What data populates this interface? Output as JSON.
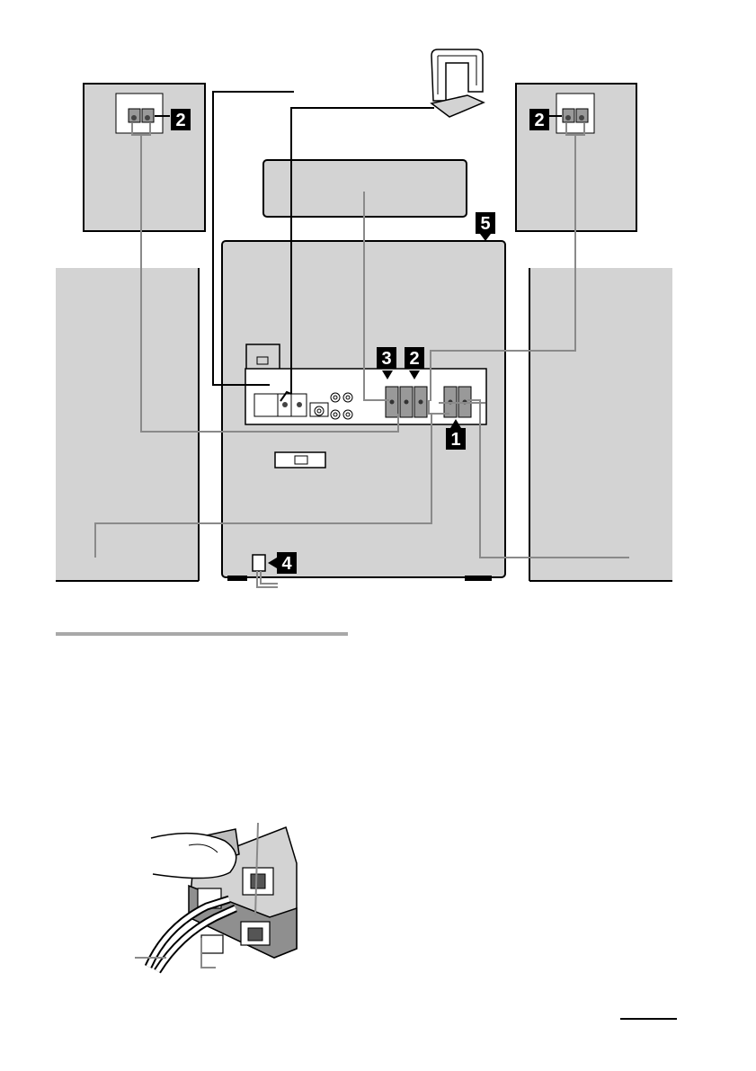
{
  "badges": {
    "left_sat_speaker": "2",
    "right_sat_speaker": "2",
    "main_unit_top": "5",
    "terminal_center": "3",
    "terminal_front": "2",
    "terminal_main": "1",
    "power": "4"
  },
  "colors": {
    "panel": "#d3d3d3",
    "line": "#000000",
    "badge": "#000000",
    "cable": "#8a8a8a",
    "rule": "#a8a8a8"
  }
}
